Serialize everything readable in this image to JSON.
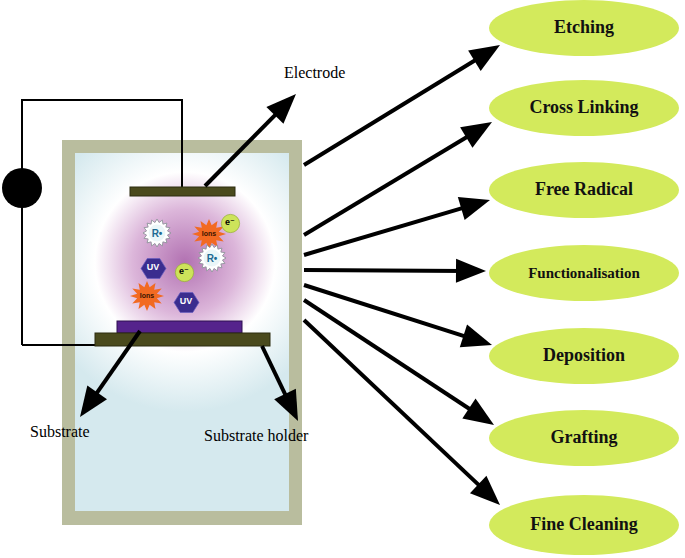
{
  "diagram": {
    "nodes": [
      {
        "text": [
          "R•"
        ]
      },
      {
        "text": [
          "Ions"
        ]
      },
      {
        "text": [
          "e⁻"
        ]
      },
      {
        "text": [
          "UV"
        ]
      },
      {
        "text": [
          "e⁻"
        ]
      },
      {
        "text": [
          "R•"
        ]
      },
      {
        "text": [
          "Ions"
        ]
      },
      {
        "text": [
          "UV"
        ]
      },
      {
        "text": [
          "Etching"
        ]
      },
      {
        "text": [
          "Cross Linking"
        ]
      },
      {
        "text": [
          "Free Radical"
        ]
      },
      {
        "text": [
          "Functionalisation"
        ]
      },
      {
        "text": [
          "Deposition"
        ]
      },
      {
        "text": [
          "Grafting"
        ]
      },
      {
        "text": [
          "Fine Cleaning"
        ]
      }
    ],
    "labels": [
      "Electrode",
      "Substrate",
      "Substrate holder"
    ]
  }
}
